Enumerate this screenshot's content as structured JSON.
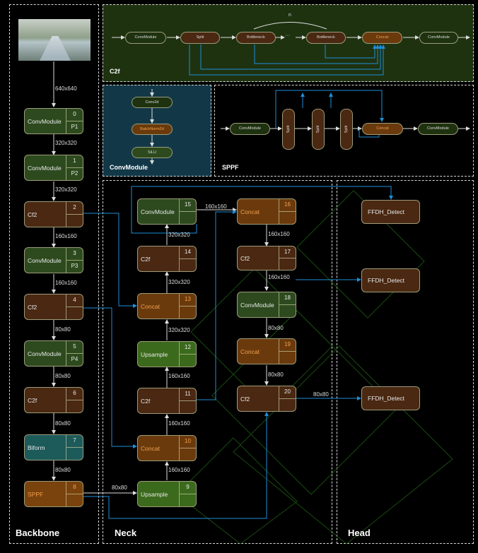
{
  "panels": {
    "backbone": "Backbone",
    "neck": "Neck",
    "head": "Head",
    "c2f": "C2f",
    "convmodule": "ConvModule",
    "sppf": "SPPF"
  },
  "backbone": {
    "input_label": "640x640",
    "blocks": [
      {
        "name": "ConvModule",
        "num": "0",
        "sub": "P1"
      },
      {
        "name": "ConvModule",
        "num": "1",
        "sub": "P2"
      },
      {
        "name": "Cf2",
        "num": "2",
        "sub": ""
      },
      {
        "name": "ConvModule",
        "num": "3",
        "sub": "P3"
      },
      {
        "name": "Cf2",
        "num": "4",
        "sub": ""
      },
      {
        "name": "ConvModule",
        "num": "5",
        "sub": "P4"
      },
      {
        "name": "C2f",
        "num": "6",
        "sub": ""
      },
      {
        "name": "Biform",
        "num": "7",
        "sub": ""
      },
      {
        "name": "SPPF",
        "num": "8",
        "sub": ""
      }
    ],
    "arrow_labels": [
      "320x320",
      "320x320",
      "160x160",
      "160x160",
      "80x80",
      "80x80",
      "80x80",
      "80x80"
    ]
  },
  "neck": {
    "blocks": [
      {
        "name": "Upsample",
        "num": "9"
      },
      {
        "name": "Concat",
        "num": "10"
      },
      {
        "name": "C2f",
        "num": "11"
      },
      {
        "name": "Upsample",
        "num": "12"
      },
      {
        "name": "Concat",
        "num": "13"
      },
      {
        "name": "C2f",
        "num": "14"
      },
      {
        "name": "ConvModule",
        "num": "15"
      },
      {
        "name": "Concat",
        "num": "16"
      },
      {
        "name": "Cf2",
        "num": "17"
      },
      {
        "name": "ConvModule",
        "num": "18"
      },
      {
        "name": "Concat",
        "num": "19"
      },
      {
        "name": "Cf2",
        "num": "20"
      }
    ],
    "labels": {
      "l8to9": "80x80",
      "l9to10": "160x160",
      "l10to11": "160x160",
      "l11to12": "160x160",
      "l12to13": "320x320",
      "l13to14": "320x320",
      "l14to15": "320x320",
      "l15to16": "160x160",
      "l16to17": "160x160",
      "l17out": "160x160",
      "l18to19": "80x80",
      "l19to20": "80x80",
      "l20out": "80x80"
    }
  },
  "head": {
    "detects": [
      "FFDH_Detect",
      "FFDH_Detect",
      "FFDH_Detect"
    ]
  },
  "c2f_detail": {
    "n_label": "n",
    "nodes": [
      "ConvModule",
      "Split",
      "Bottleneck",
      "···",
      "Bottleneck",
      "Concat",
      "ConvModule"
    ]
  },
  "conv_detail": {
    "nodes": [
      "Conv2d",
      "BatchNorm2d",
      "SiLU"
    ]
  },
  "sppf_detail": {
    "nodes": [
      "ConvModule",
      "Split",
      "Split",
      "Split",
      "Concat",
      "ConvModule"
    ]
  }
}
